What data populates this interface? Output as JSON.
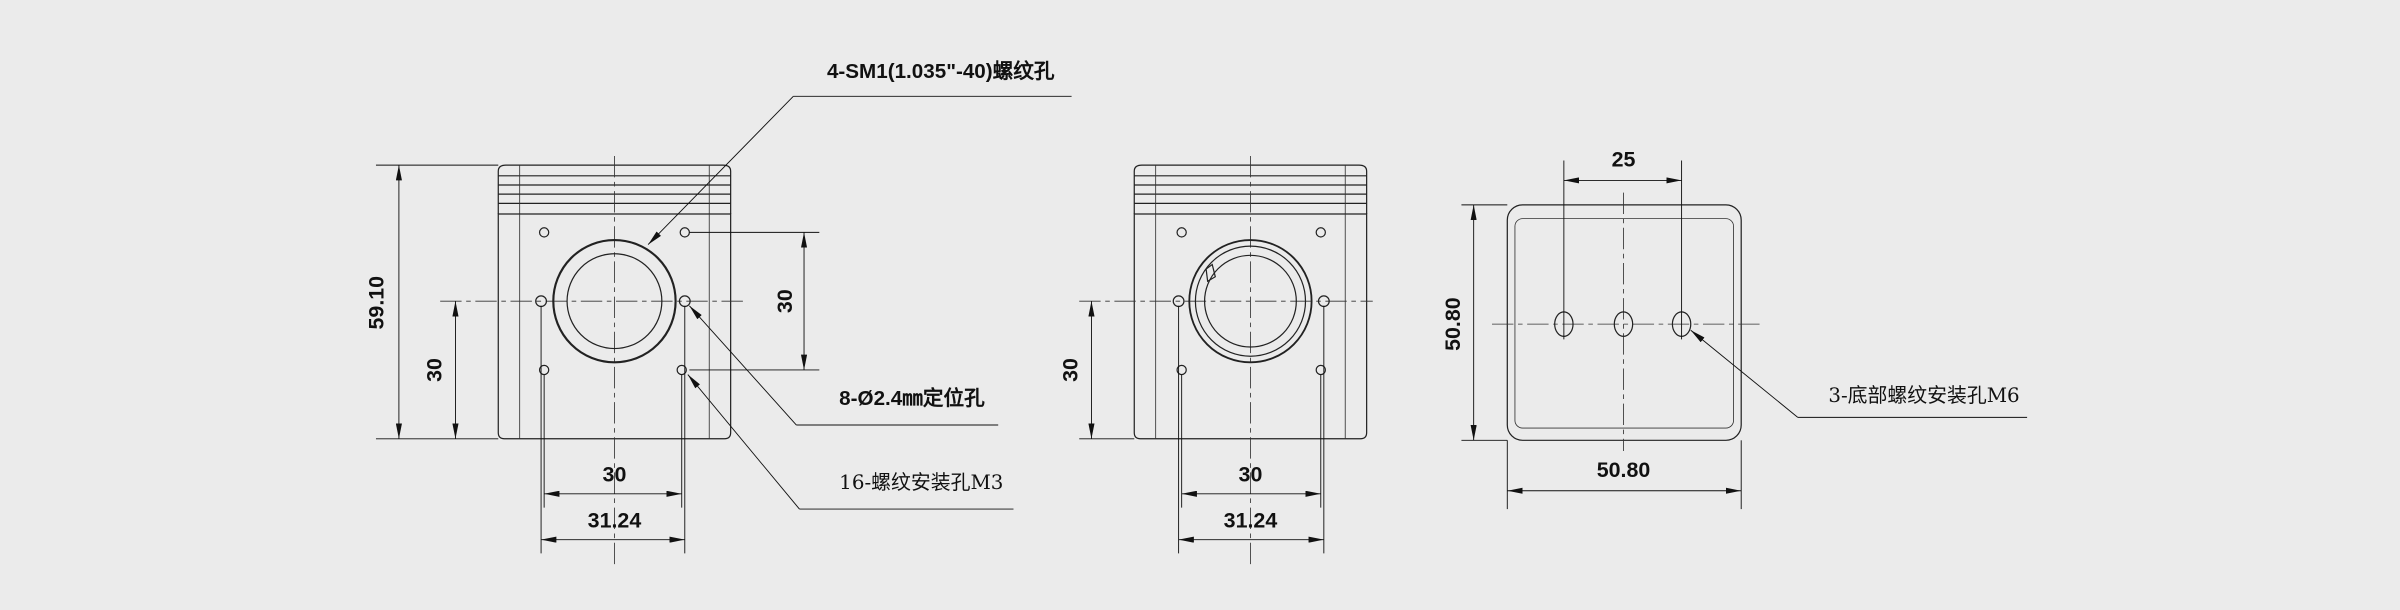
{
  "background_color": "#ebebeb",
  "line_color": "#222222",
  "view_front": {
    "height_dim": "59.10",
    "left_dim": "30",
    "right_dim": "30",
    "bottom_dim_inner": "30",
    "bottom_dim_outer": "31.24",
    "callout_thread": "4-SM1(1.035\"-40)螺纹孔",
    "callout_pin": "8-Ø2.4㎜定位孔",
    "callout_mount": "16-螺纹安装孔M3"
  },
  "view_back": {
    "left_dim": "30",
    "bottom_dim_inner": "30",
    "bottom_dim_outer": "31.24"
  },
  "view_bottom": {
    "hole_spacing_dim": "25",
    "height_dim": "50.80",
    "width_dim": "50.80",
    "callout_mount": "3-底部螺纹安装孔M6"
  }
}
